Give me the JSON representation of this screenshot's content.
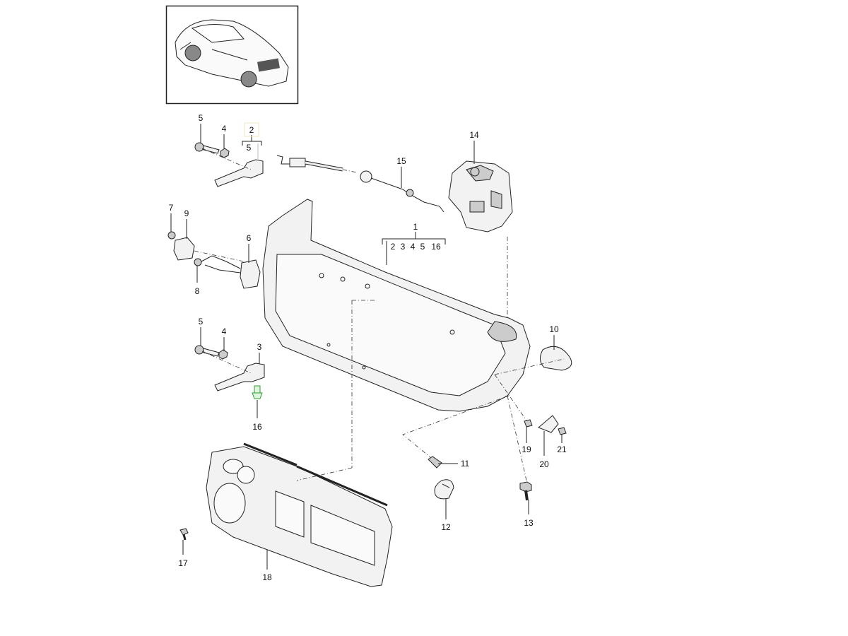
{
  "diagram": {
    "title_thumbnail": "car-overview",
    "callouts": {
      "c5a": "5",
      "c4a": "4",
      "c2": "2",
      "c2_sub": "5",
      "c15": "15",
      "c14": "14",
      "c7": "7",
      "c9": "9",
      "c1": "1",
      "c1_sub": [
        "2",
        "3",
        "4",
        "5",
        "16"
      ],
      "c6": "6",
      "c8": "8",
      "c5b": "5",
      "c4b": "4",
      "c3": "3",
      "c16": "16",
      "c10": "10",
      "c11": "11",
      "c19": "19",
      "c21": "21",
      "c20": "20",
      "c12": "12",
      "c13": "13",
      "c17": "17",
      "c18": "18"
    },
    "colors": {
      "line": "#222222",
      "highlight_part": "#2e9e2e",
      "label_box": "#f3e9c0"
    }
  }
}
